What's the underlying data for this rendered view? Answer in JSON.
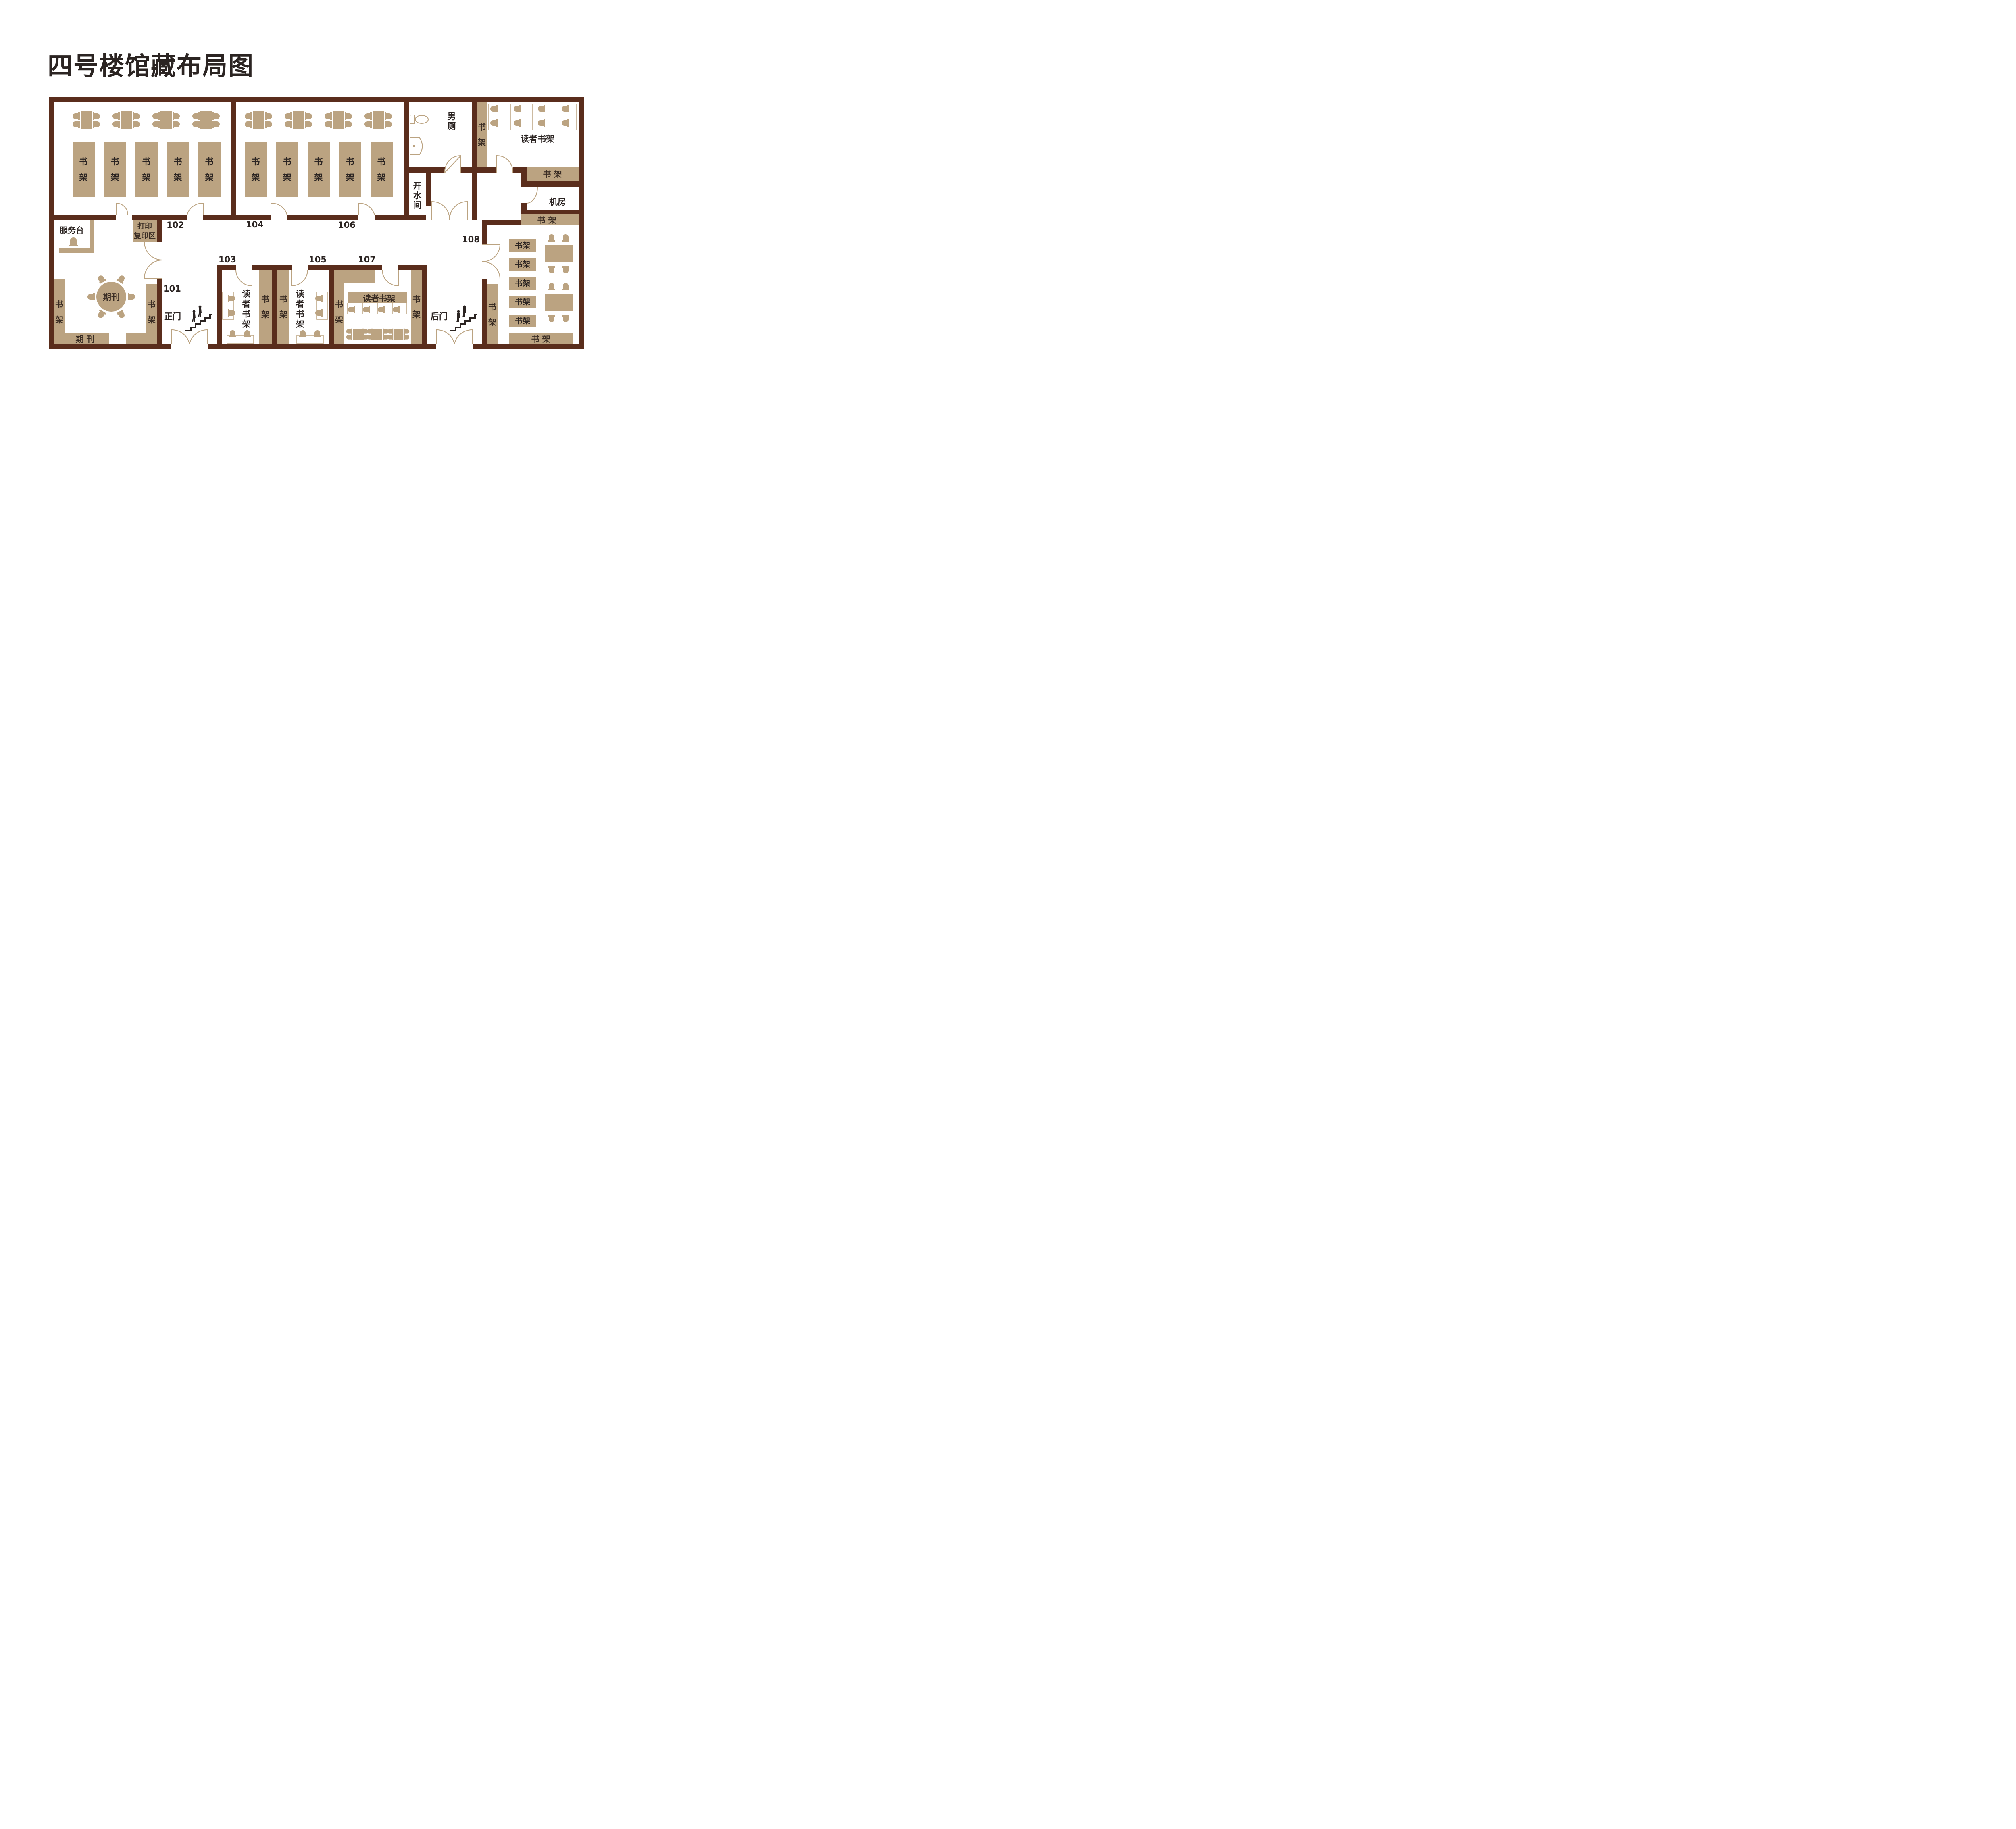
{
  "title": "四号楼馆藏布局图",
  "colors": {
    "wall": "#5a2d1c",
    "furniture": "#bba381",
    "floor": "#ffffff",
    "text": "#2b2422"
  },
  "icons": [
    "toilet-icon",
    "sink-icon",
    "stairs-icon",
    "person-icon",
    "door-icon",
    "chair-icon",
    "table-icon",
    "desk-icon"
  ],
  "labels": {
    "shelf_char_1": "书",
    "shelf_char_2": "架",
    "bookshelf_spaced": "书  架",
    "bookshelf": "书架",
    "service_desk": "服务台",
    "print_1": "打印",
    "print_2": "复印区",
    "periodicals": "期刊",
    "periodicals_spaced": "期  刊",
    "main_door": "正门",
    "back_door": "后门",
    "mens_1": "男",
    "mens_2": "厕",
    "water_1": "开",
    "water_2": "水",
    "water_3": "间",
    "server_room": "机房",
    "reader_shelf": "读者书架",
    "reader_shelf_chars": [
      "读",
      "者",
      "书",
      "架"
    ]
  },
  "rooms": [
    "101",
    "102",
    "103",
    "104",
    "105",
    "106",
    "107",
    "108"
  ]
}
